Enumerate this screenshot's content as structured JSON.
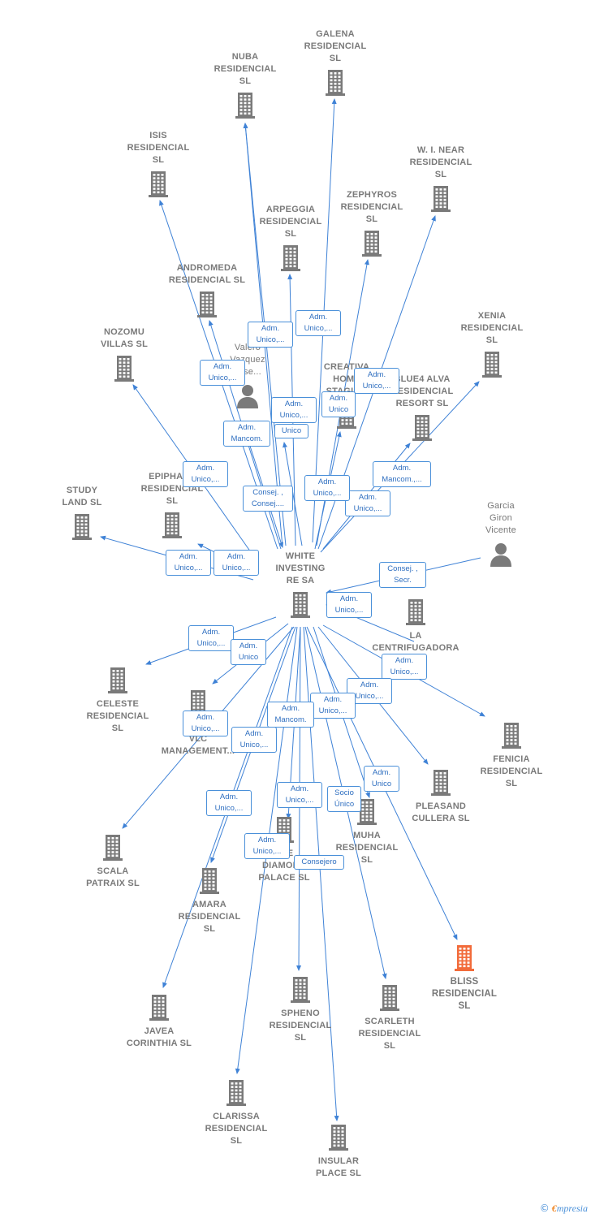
{
  "colors": {
    "node": "#7a7a7a",
    "highlight": "#f26b3a",
    "edge": "#3f82d6",
    "badge_border": "#4a90d9",
    "badge_text": "#2f6fc0"
  },
  "nodes": [
    {
      "id": "hub",
      "label": "WHITE\nINVESTING\nRE SA",
      "type": "company",
      "role": "hub"
    },
    {
      "id": "galena",
      "label": "GALENA\nRESIDENCIAL\nSL",
      "type": "company"
    },
    {
      "id": "nuba",
      "label": "NUBA\nRESIDENCIAL\nSL",
      "type": "company"
    },
    {
      "id": "isis",
      "label": "ISIS\nRESIDENCIAL\nSL",
      "type": "company"
    },
    {
      "id": "wnear",
      "label": "W.  I. NEAR\nRESIDENCIAL\nSL",
      "type": "company"
    },
    {
      "id": "zephyros",
      "label": "ZEPHYROS\nRESIDENCIAL\nSL",
      "type": "company"
    },
    {
      "id": "arpeggia",
      "label": "ARPEGGIA\nRESIDENCIAL\nSL",
      "type": "company"
    },
    {
      "id": "andromeda",
      "label": "ANDROMEDA\nRESIDENCIAL SL",
      "type": "company"
    },
    {
      "id": "xenia",
      "label": "XENIA\nRESIDENCIAL\nSL",
      "type": "company"
    },
    {
      "id": "nozomu",
      "label": "NOZOMU\nVILLAS  SL",
      "type": "company"
    },
    {
      "id": "creativa",
      "label": "CREATIVA\nHOME\nSTAGING",
      "type": "company"
    },
    {
      "id": "blue4",
      "label": "BLUE4 ALVA\nRESIDENCIAL\nRESORT  SL",
      "type": "company"
    },
    {
      "id": "valero",
      "label": "Valero\nVazquez\nJose...",
      "type": "person"
    },
    {
      "id": "epiphany",
      "label": "EPIPHANY\nRESIDENCIAL\nSL",
      "type": "company"
    },
    {
      "id": "study",
      "label": "STUDY\nLAND  SL",
      "type": "company"
    },
    {
      "id": "garcia",
      "label": "Garcia\nGiron\nVicente",
      "type": "person"
    },
    {
      "id": "centrifugadora",
      "label": "LA\nCENTRIFUGADORA",
      "type": "company"
    },
    {
      "id": "celeste",
      "label": "CELESTE\nRESIDENCIAL\nSL",
      "type": "company"
    },
    {
      "id": "vlc",
      "label": "W.\nVLC\nMANAGEMENT...",
      "type": "company"
    },
    {
      "id": "fenicia",
      "label": "FENICIA\nRESIDENCIAL\nSL",
      "type": "company"
    },
    {
      "id": "pleasand",
      "label": "PLEASAND\nCULLERA  SL",
      "type": "company"
    },
    {
      "id": "muha",
      "label": "MUHA\nRESIDENCIAL\nSL",
      "type": "company"
    },
    {
      "id": "diamond",
      "label": "THE\nDIAMOND\nPALACE  SL",
      "type": "company"
    },
    {
      "id": "scala",
      "label": "SCALA\nPATRAIX  SL",
      "type": "company"
    },
    {
      "id": "amara",
      "label": "AMARA\nRESIDENCIAL\nSL",
      "type": "company"
    },
    {
      "id": "bliss",
      "label": "BLISS\nRESIDENCIAL\nSL",
      "type": "company",
      "role": "highlight"
    },
    {
      "id": "javea",
      "label": "JAVEA\nCORINTHIA  SL",
      "type": "company"
    },
    {
      "id": "spheno",
      "label": "SPHENO\nRESIDENCIAL\nSL",
      "type": "company"
    },
    {
      "id": "scarleth",
      "label": "SCARLETH\nRESIDENCIAL\nSL",
      "type": "company"
    },
    {
      "id": "clarissa",
      "label": "CLARISSA\nRESIDENCIAL\nSL",
      "type": "company"
    },
    {
      "id": "insular",
      "label": "INSULAR\nPLACE  SL",
      "type": "company"
    }
  ],
  "edges": [
    {
      "from": "hub",
      "to": "galena",
      "label": "Adm.\nUnico,..."
    },
    {
      "from": "hub",
      "to": "nuba",
      "label": "Adm.\nUnico,..."
    },
    {
      "from": "hub",
      "to": "isis",
      "label": "Adm.\nUnico,..."
    },
    {
      "from": "hub",
      "to": "wnear",
      "label": "Adm.\nUnico,..."
    },
    {
      "from": "hub",
      "to": "zephyros",
      "label": "Adm.\nUnico"
    },
    {
      "from": "hub",
      "to": "arpeggia",
      "label": "Adm.\nUnico,..."
    },
    {
      "from": "hub",
      "to": "andromeda",
      "label": "Adm.\nMancom."
    },
    {
      "from": "hub",
      "to": "xenia",
      "label": "Adm.\nUnico,..."
    },
    {
      "from": "hub",
      "to": "nozomu",
      "label": "Adm.\nUnico,..."
    },
    {
      "from": "hub",
      "to": "creativa",
      "label": "Adm.\nUnico,..."
    },
    {
      "from": "hub",
      "to": "blue4",
      "label": "Adm.\nMancom.,..."
    },
    {
      "from": "valero",
      "to": "hub",
      "label": "Consej. ,\nConsej...."
    },
    {
      "from": "hub",
      "to": "epiphany",
      "label": "Adm.\nUnico,..."
    },
    {
      "from": "hub",
      "to": "study",
      "label": "Adm.\nUnico,..."
    },
    {
      "from": "garcia",
      "to": "hub",
      "label": "Consej. ,\nSecr."
    },
    {
      "from": "centrifugadora",
      "to": "hub",
      "label": "Adm.\nUnico,..."
    },
    {
      "from": "hub",
      "to": "celeste",
      "label": "Adm.\nUnico,..."
    },
    {
      "from": "hub",
      "to": "vlc",
      "label": "Adm.\nUnico"
    },
    {
      "from": "hub",
      "to": "fenicia",
      "label": "Adm.\nUnico,..."
    },
    {
      "from": "hub",
      "to": "pleasand",
      "label": "Adm.\nUnico,..."
    },
    {
      "from": "hub",
      "to": "muha",
      "label": "Adm.\nUnico,..."
    },
    {
      "from": "hub",
      "to": "diamond",
      "label": "Adm.\nMancom."
    },
    {
      "from": "hub",
      "to": "scala",
      "label": "Adm.\nUnico,..."
    },
    {
      "from": "hub",
      "to": "amara",
      "label": "Adm.\nUnico,..."
    },
    {
      "from": "hub",
      "to": "bliss",
      "label": "Adm.\nUnico"
    },
    {
      "from": "hub",
      "to": "javea",
      "label": "Adm.\nUnico,..."
    },
    {
      "from": "hub",
      "to": "spheno",
      "label": "Adm.\nUnico,..."
    },
    {
      "from": "hub",
      "to": "scarleth",
      "label": "Socio\nÚnico"
    },
    {
      "from": "hub",
      "to": "clarissa",
      "label": "Adm.\nUnico,..."
    },
    {
      "from": "hub",
      "to": "insular",
      "label": "Consejero"
    },
    {
      "from": "hub",
      "to": "valero",
      "label": "Unico"
    },
    {
      "from": "hub",
      "to": "nuba",
      "label": "Adm.\nUnico,..."
    }
  ],
  "footer": {
    "copyright": "©",
    "brand_first": "€",
    "brand_rest": "mpresia"
  }
}
